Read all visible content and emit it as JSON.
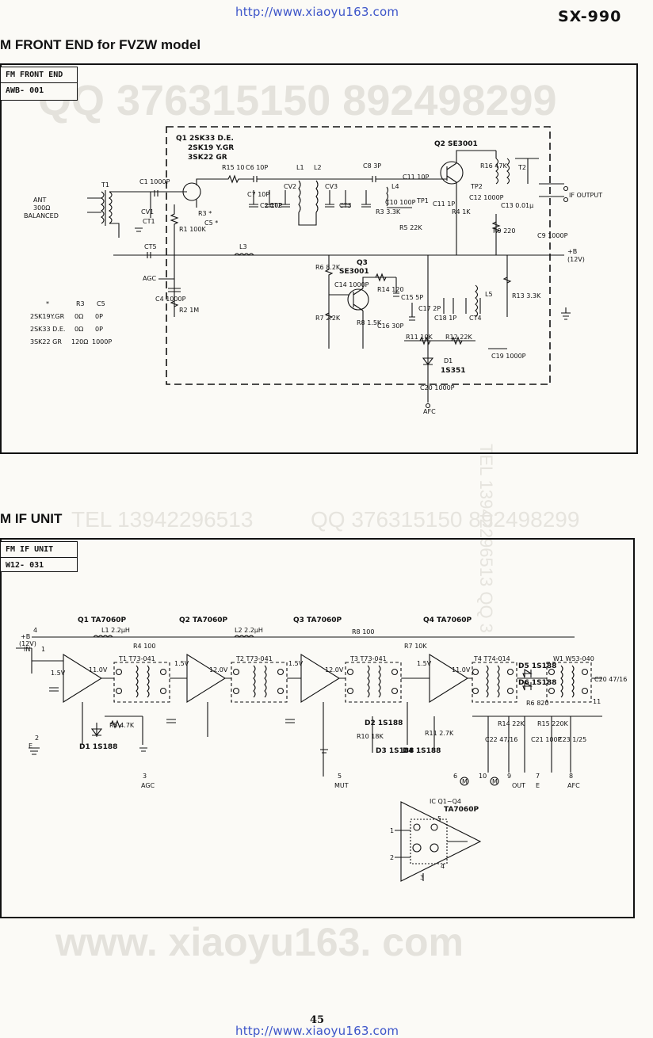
{
  "header": {
    "url": "http://www.xiaoyu163.com",
    "model": "SX-990"
  },
  "footer": {
    "url": "http://www.xiaoyu163.com",
    "page_number": "45"
  },
  "watermarks": {
    "qq_top": "QQ 376315150   892498299",
    "qq_mid": "QQ 376315150 892498299",
    "tel_mid": "TEL 13942296513",
    "site_bottom": "www. xiaoyu163. com",
    "side_right": "TEL 13942296513 QQ 3"
  },
  "front_end": {
    "section_title": "M FRONT  END  for  FVZW  model",
    "tag_title": "FM FRONT END",
    "tag_code": "AWB- 001",
    "q1": "Q1 2SK33 D.E.",
    "q1_alt1": "2SK19 Y.GR",
    "q1_alt2": "3SK22 GR",
    "q2": "Q2 SE3001",
    "q3": "Q3",
    "q3_type": "SE3001",
    "ant": "ANT",
    "ant_imp": "300Ω",
    "ant_bal": "BALANCED",
    "if_output": "IF OUTPUT",
    "plus_b": "+B",
    "plus_b_v": "(12V)",
    "agc": "AGC",
    "afc": "AFC",
    "d1": "D1",
    "d1_type": "1S351",
    "table": {
      "header": [
        "*",
        "R3",
        "C5"
      ],
      "rows": [
        [
          "2SK19Y.GR",
          "0Ω",
          "0P"
        ],
        [
          "2SK33 D.E.",
          "0Ω",
          "0P"
        ],
        [
          "3SK22 GR",
          "120Ω",
          "1000P"
        ]
      ]
    },
    "parts": {
      "c1": "C1 1000P",
      "r15": "R15 10",
      "c6": "C6 10P",
      "l1": "L1",
      "l2": "L2",
      "c8": "C8 3P",
      "c11": "C11 10P",
      "tp1": "TP1",
      "c10": "C10 100P",
      "c7": "C7 10P",
      "cv1": "CV1",
      "cv2": "CV2",
      "cv3": "CV3",
      "ct1": "CT1",
      "ct2": "CT2",
      "ct3": "CT3",
      "ct5": "CT5",
      "l3": "L3",
      "l4": "L4",
      "l5": "L5",
      "r1": "R1 100K",
      "r2": "R2 1M",
      "r3": "R3 *",
      "c5": "C5 *",
      "c4": "C4 1000P",
      "c2": "C2 10P",
      "r6": "R6 8.2K",
      "r7": "R7 2.2K",
      "c14": "C14 1000P",
      "r14": "R14 120",
      "c15": "C15 5P",
      "r8": "R8 1.5K",
      "c16": "C16 30P",
      "c17": "C17 2P",
      "c18": "C18 1P",
      "ct4": "CT4",
      "r11": "R11 10K",
      "r12": "R12 22K",
      "c19": "C19 1000P",
      "c20": "C20 1000P",
      "r13": "R13 3.3K",
      "r9": "R9 220",
      "r16": "R16 47K",
      "tp2": "TP2",
      "t2": "T2",
      "c12": "C12 1000P",
      "c13": "C13 0.01μ",
      "c9": "C9 1000P",
      "r4": "R4 1K",
      "r5": "R5 22K",
      "r3b": "R3 3.3K",
      "c11b": "C11 1P",
      "t1": "T1"
    }
  },
  "if_unit": {
    "section_title": "M IF UNIT",
    "tag_title": "FM IF UNIT",
    "tag_code": "W12- 031",
    "q1": "Q1 TA7060P",
    "q2": "Q2 TA7060P",
    "q3": "Q3 TA7060P",
    "q4": "Q4 TA7060P",
    "l1": "L1 2.2μH",
    "l2": "L2 2.2μH",
    "r4": "R4 100",
    "r8": "R8 100",
    "r5": "R5 4.7K",
    "t1": "T1 T73-041",
    "t2": "T2 T73-041",
    "t3": "T3 T73-041",
    "t4": "T4 T74-014",
    "w1": "W1 W53-040",
    "d1": "D1 1S188",
    "d2": "D2 1S188",
    "d3": "D3 1S188",
    "d4": "D4 1S188",
    "d5": "D5 1S188",
    "d6": "D6 1S188",
    "r7": "R7 10K",
    "r14": "R14 22K",
    "r15": "R15 220K",
    "r6": "R6 820",
    "c20": "C20 47/16",
    "c21": "C21 100P",
    "c22": "C22 47/16",
    "c23": "C23 1/25",
    "r10": "R10 18K",
    "r11": "R11 2.7K",
    "v15": "1.5V",
    "v11": "11.0V",
    "v12": "12.0V",
    "pins": {
      "p4": "4",
      "b12": "+B",
      "b12v": "(12V)",
      "in": "IN",
      "p1": "1",
      "p2": "2",
      "e": "E",
      "p3": "3",
      "agc": "AGC",
      "p5": "5",
      "mut": "MUT",
      "p6": "6",
      "p10": "10",
      "p9": "9",
      "out": "OUT",
      "p7": "7",
      "e2": "E",
      "p8": "8",
      "afc": "AFC",
      "p11": "11"
    },
    "m1": "M",
    "m2": "M",
    "ic_title": "IC Q1~Q4",
    "ic_type": "TA7060P",
    "ic_pins": [
      "1",
      "2",
      "3",
      "4",
      "5"
    ]
  }
}
